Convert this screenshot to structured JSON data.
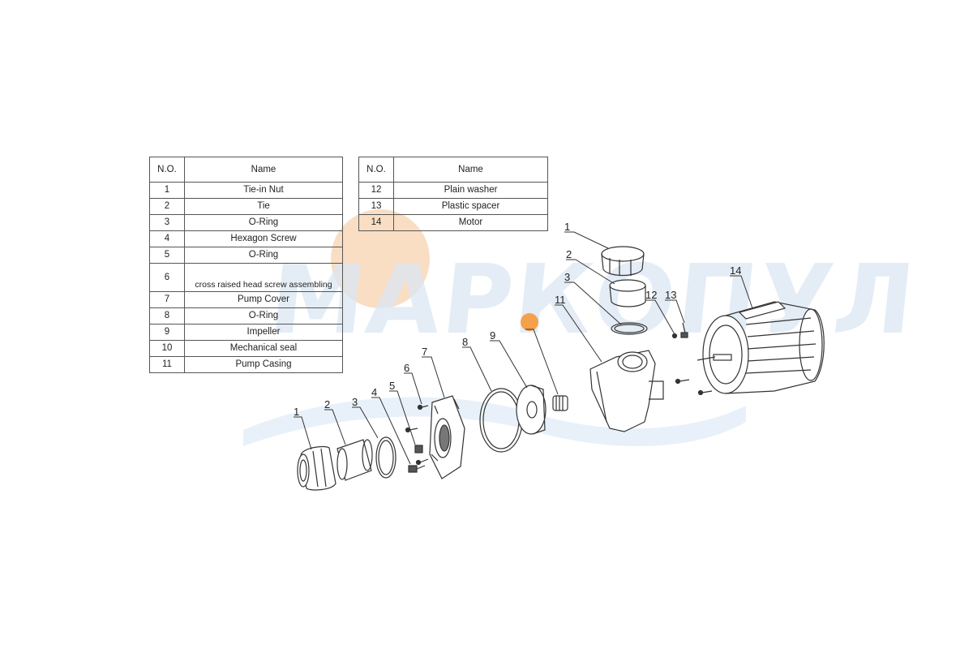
{
  "watermark": {
    "text": "МАРКОПУЛ"
  },
  "table_left": {
    "header": {
      "no": "N.O.",
      "name": "Name"
    },
    "rows": [
      {
        "no": "1",
        "name": "Tie-in Nut"
      },
      {
        "no": "2",
        "name": "Tie"
      },
      {
        "no": "3",
        "name": "O-Ring"
      },
      {
        "no": "4",
        "name": "Hexagon Screw"
      },
      {
        "no": "5",
        "name": "O-Ring"
      },
      {
        "no": "6",
        "name": "cross raised head screw assembling"
      },
      {
        "no": "7",
        "name": "Pump Cover"
      },
      {
        "no": "8",
        "name": "O-Ring"
      },
      {
        "no": "9",
        "name": "Impeller"
      },
      {
        "no": "10",
        "name": "Mechanical seal"
      },
      {
        "no": "11",
        "name": "Pump Casing"
      }
    ]
  },
  "table_right": {
    "header": {
      "no": "N.O.",
      "name": "Name"
    },
    "rows": [
      {
        "no": "12",
        "name": "Plain washer"
      },
      {
        "no": "13",
        "name": "Plastic spacer"
      },
      {
        "no": "14",
        "name": "Motor"
      }
    ]
  },
  "callouts": {
    "front_1": "1",
    "front_2": "2",
    "front_3": "3",
    "front_4": "4",
    "front_5": "5",
    "front_6": "6",
    "front_7": "7",
    "front_8": "8",
    "front_9": "9",
    "top_1": "1",
    "top_2": "2",
    "top_3": "3",
    "casing_11": "11",
    "washer_12": "12",
    "spacer_13": "13",
    "motor_14": "14"
  },
  "colors": {
    "watermark_orange": "#f7d3b0",
    "watermark_blue": "#dbe7f4",
    "accent_dot": "#f5a04a",
    "line": "#333333"
  }
}
